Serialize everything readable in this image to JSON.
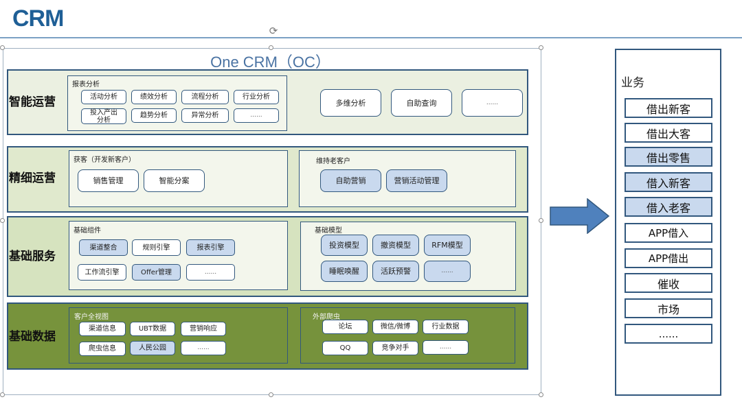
{
  "header": {
    "title": "CRM"
  },
  "diagram": {
    "title": "One CRM（OC）",
    "rows": [
      {
        "label": "智能运营"
      },
      {
        "label": "精细运营"
      },
      {
        "label": "基础服务"
      },
      {
        "label": "基础数据"
      }
    ],
    "report_group": {
      "title": "报表分析",
      "items": [
        "活动分析",
        "绩效分析",
        "流程分析",
        "行业分析",
        "投入产出分析",
        "趋势分析",
        "异常分析",
        "......"
      ]
    },
    "smart_items": [
      "多维分析",
      "自助查询",
      "......"
    ],
    "acquire_group": {
      "title": "获客（开发新客户）",
      "items": [
        "销售管理",
        "智能分案"
      ]
    },
    "retain_group": {
      "title": "维持老客户",
      "items": [
        "自助营销",
        "营销活动管理"
      ]
    },
    "component_group": {
      "title": "基础组件",
      "items": [
        "渠道整合",
        "规则引擎",
        "报表引擎",
        "工作流引擎",
        "Offer管理",
        "......"
      ]
    },
    "model_group": {
      "title": "基础模型",
      "items": [
        "投资模型",
        "撤资模型",
        "RFM模型",
        "睡眠唤醒",
        "活跃预警",
        "......"
      ]
    },
    "customer_view_group": {
      "title": "客户全视图",
      "items": [
        "渠道信息",
        "UBT数据",
        "营销响应",
        "爬虫信息",
        "人民公园",
        "......"
      ]
    },
    "crawler_group": {
      "title": "外部爬虫",
      "items": [
        "论坛",
        "微信/微博",
        "行业数据",
        "QQ",
        "竞争对手",
        "......"
      ]
    }
  },
  "business": {
    "title": "业务",
    "items": [
      "借出新客",
      "借出大客",
      "借出零售",
      "借入新客",
      "借入老客",
      "APP借入",
      "APP借出",
      "催收",
      "市场",
      "......"
    ]
  },
  "colors": {
    "border": "#31577d",
    "highlight": "#c9d9ee",
    "dark_green": "#77933c",
    "arrow": "#4f81bd",
    "title": "#1f5f96"
  }
}
